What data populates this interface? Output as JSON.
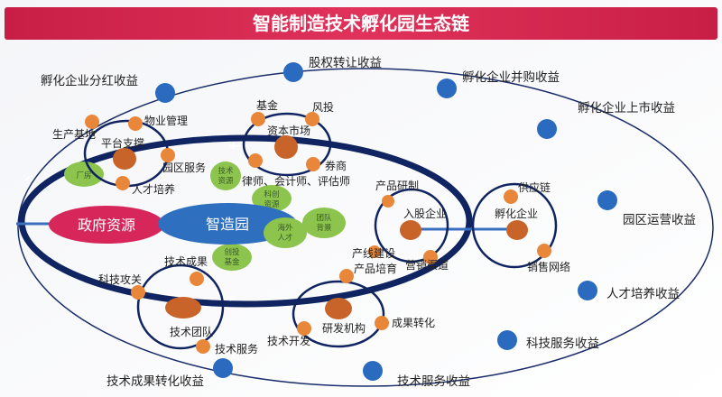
{
  "title": "智能制造技术孵化园生态链",
  "colors": {
    "title_bar": "#d6264e",
    "navy": "#0f2460",
    "blue_dot": "#2a6bbf",
    "orange": "#e8873a",
    "dark_orange": "#c8642a",
    "green": "#8cc44e",
    "gov": "#d6265a",
    "park": "#2f6fbf"
  },
  "outer_revenues": {
    "equity_transfer": "股权转让收益",
    "dividend": "孵化企业分红收益",
    "acquisition": "孵化企业并购收益",
    "ipo": "孵化企业上市收益",
    "park_ops": "园区运营收益",
    "talent": "人才培养收益",
    "tech_service": "科技服务收益",
    "tech_service2": "技术服务收益",
    "tech_transfer": "技术成果转化收益"
  },
  "center": {
    "gov": "政府资源",
    "park": "智造园"
  },
  "platform": {
    "hub": "平台支撑",
    "base": "生产基地",
    "property": "物业管理",
    "park_service": "园区服务",
    "talent": "人才培养"
  },
  "capital": {
    "hub": "资本市场",
    "fund": "基金",
    "vc": "风投",
    "broker": "券商",
    "pros": "律师、会计师、评估师"
  },
  "equity": {
    "hub": "入股企业",
    "rd": "产品研制",
    "prod": "产线建设",
    "channel": "营销渠道"
  },
  "incubated": {
    "hub": "孵化企业",
    "supply": "供应链",
    "sales": "销售网络"
  },
  "team": {
    "hub": "技术团队",
    "research": "科技攻关",
    "results": "技术成果",
    "service": "技术服务"
  },
  "rnd": {
    "hub": "研发机构",
    "incubate": "产品培育",
    "dev": "技术开发",
    "convert": "成果转化"
  },
  "green": {
    "factory": "厂房",
    "tech_res": [
      "技术",
      "资源"
    ],
    "innov_res": [
      "科创",
      "资源"
    ],
    "overseas": [
      "海外",
      "人才"
    ],
    "team_bg": [
      "团队",
      "背景"
    ],
    "vc_fund": [
      "创投",
      "基金"
    ]
  }
}
